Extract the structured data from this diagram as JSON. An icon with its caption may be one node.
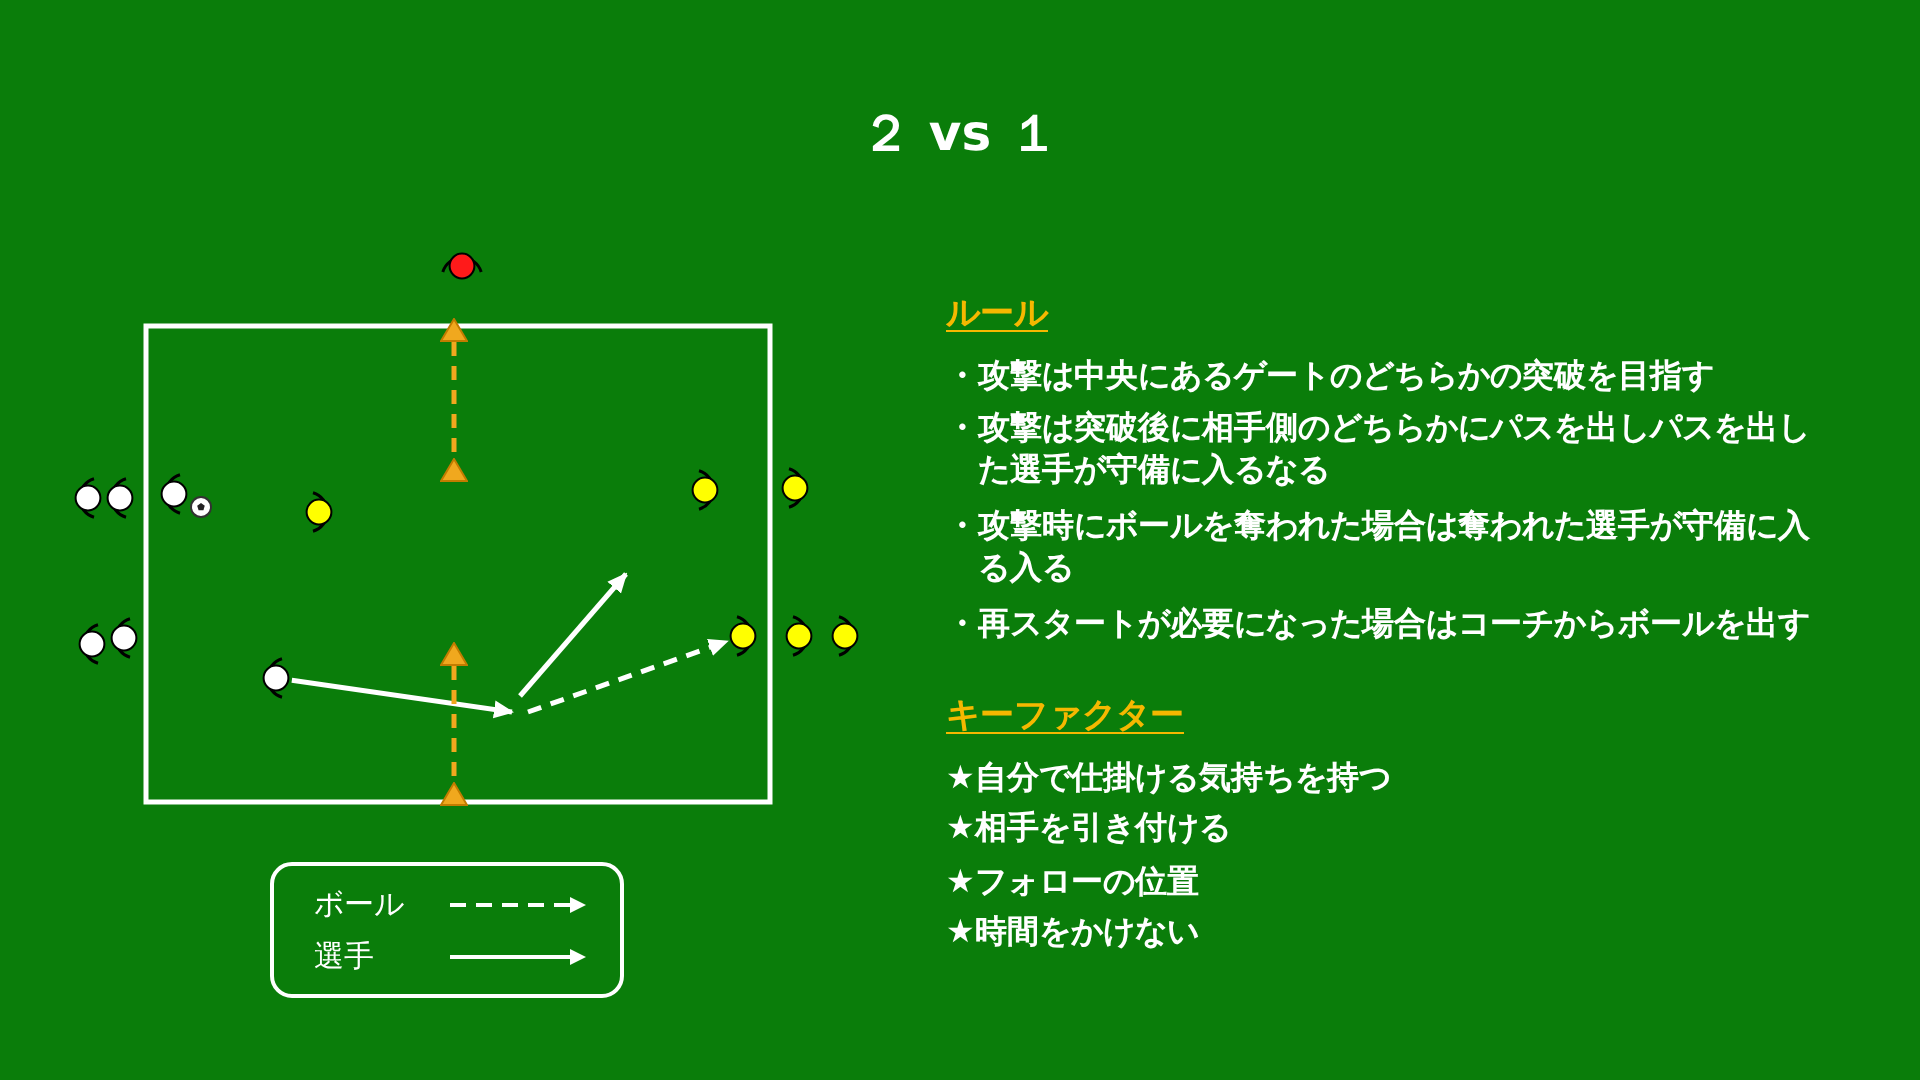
{
  "diagram": {
    "title": "２ vs １",
    "nodes": [
      {
        "text": [],
        "shape": "circle"
      },
      {
        "text": [],
        "shape": "circle"
      },
      {
        "text": [],
        "shape": "triangle"
      },
      {
        "text": [],
        "shape": "triangle"
      },
      {
        "text": [],
        "shape": "triangle"
      },
      {
        "text": [],
        "shape": "triangle"
      }
    ],
    "edges": [
      {
        "from": 0,
        "to": null,
        "arrow": "to"
      },
      {
        "from": null,
        "to": 1,
        "arrow": "to",
        "style": "dashed"
      },
      {
        "from": 2,
        "to": 3,
        "arrow": "none",
        "style": "dashed",
        "color": "#f0a81e"
      },
      {
        "from": 4,
        "to": 5,
        "arrow": "none",
        "style": "dashed",
        "color": "#f0a81e"
      }
    ],
    "labels": [
      "ルール",
      "・攻撃は中央にあるゲートのどちらかの突破を目指す",
      "・攻撃は突破後に相手側のどちらかにパスを出しパスを出した選手が守備に入るなる",
      "・攻撃時にボールを奪われた場合は奪われた選手が守備に入る入る",
      "・再スタートが必要になった場合はコーチからボールを出す",
      "キーファクター",
      "★自分で仕掛ける気持ちを持つ",
      "★相手を引き付ける",
      "★フォローの位置",
      "★時間をかけない"
    ],
    "legend": [
      {
        "text": "ボール"
      },
      {
        "text": "選手"
      }
    ]
  }
}
